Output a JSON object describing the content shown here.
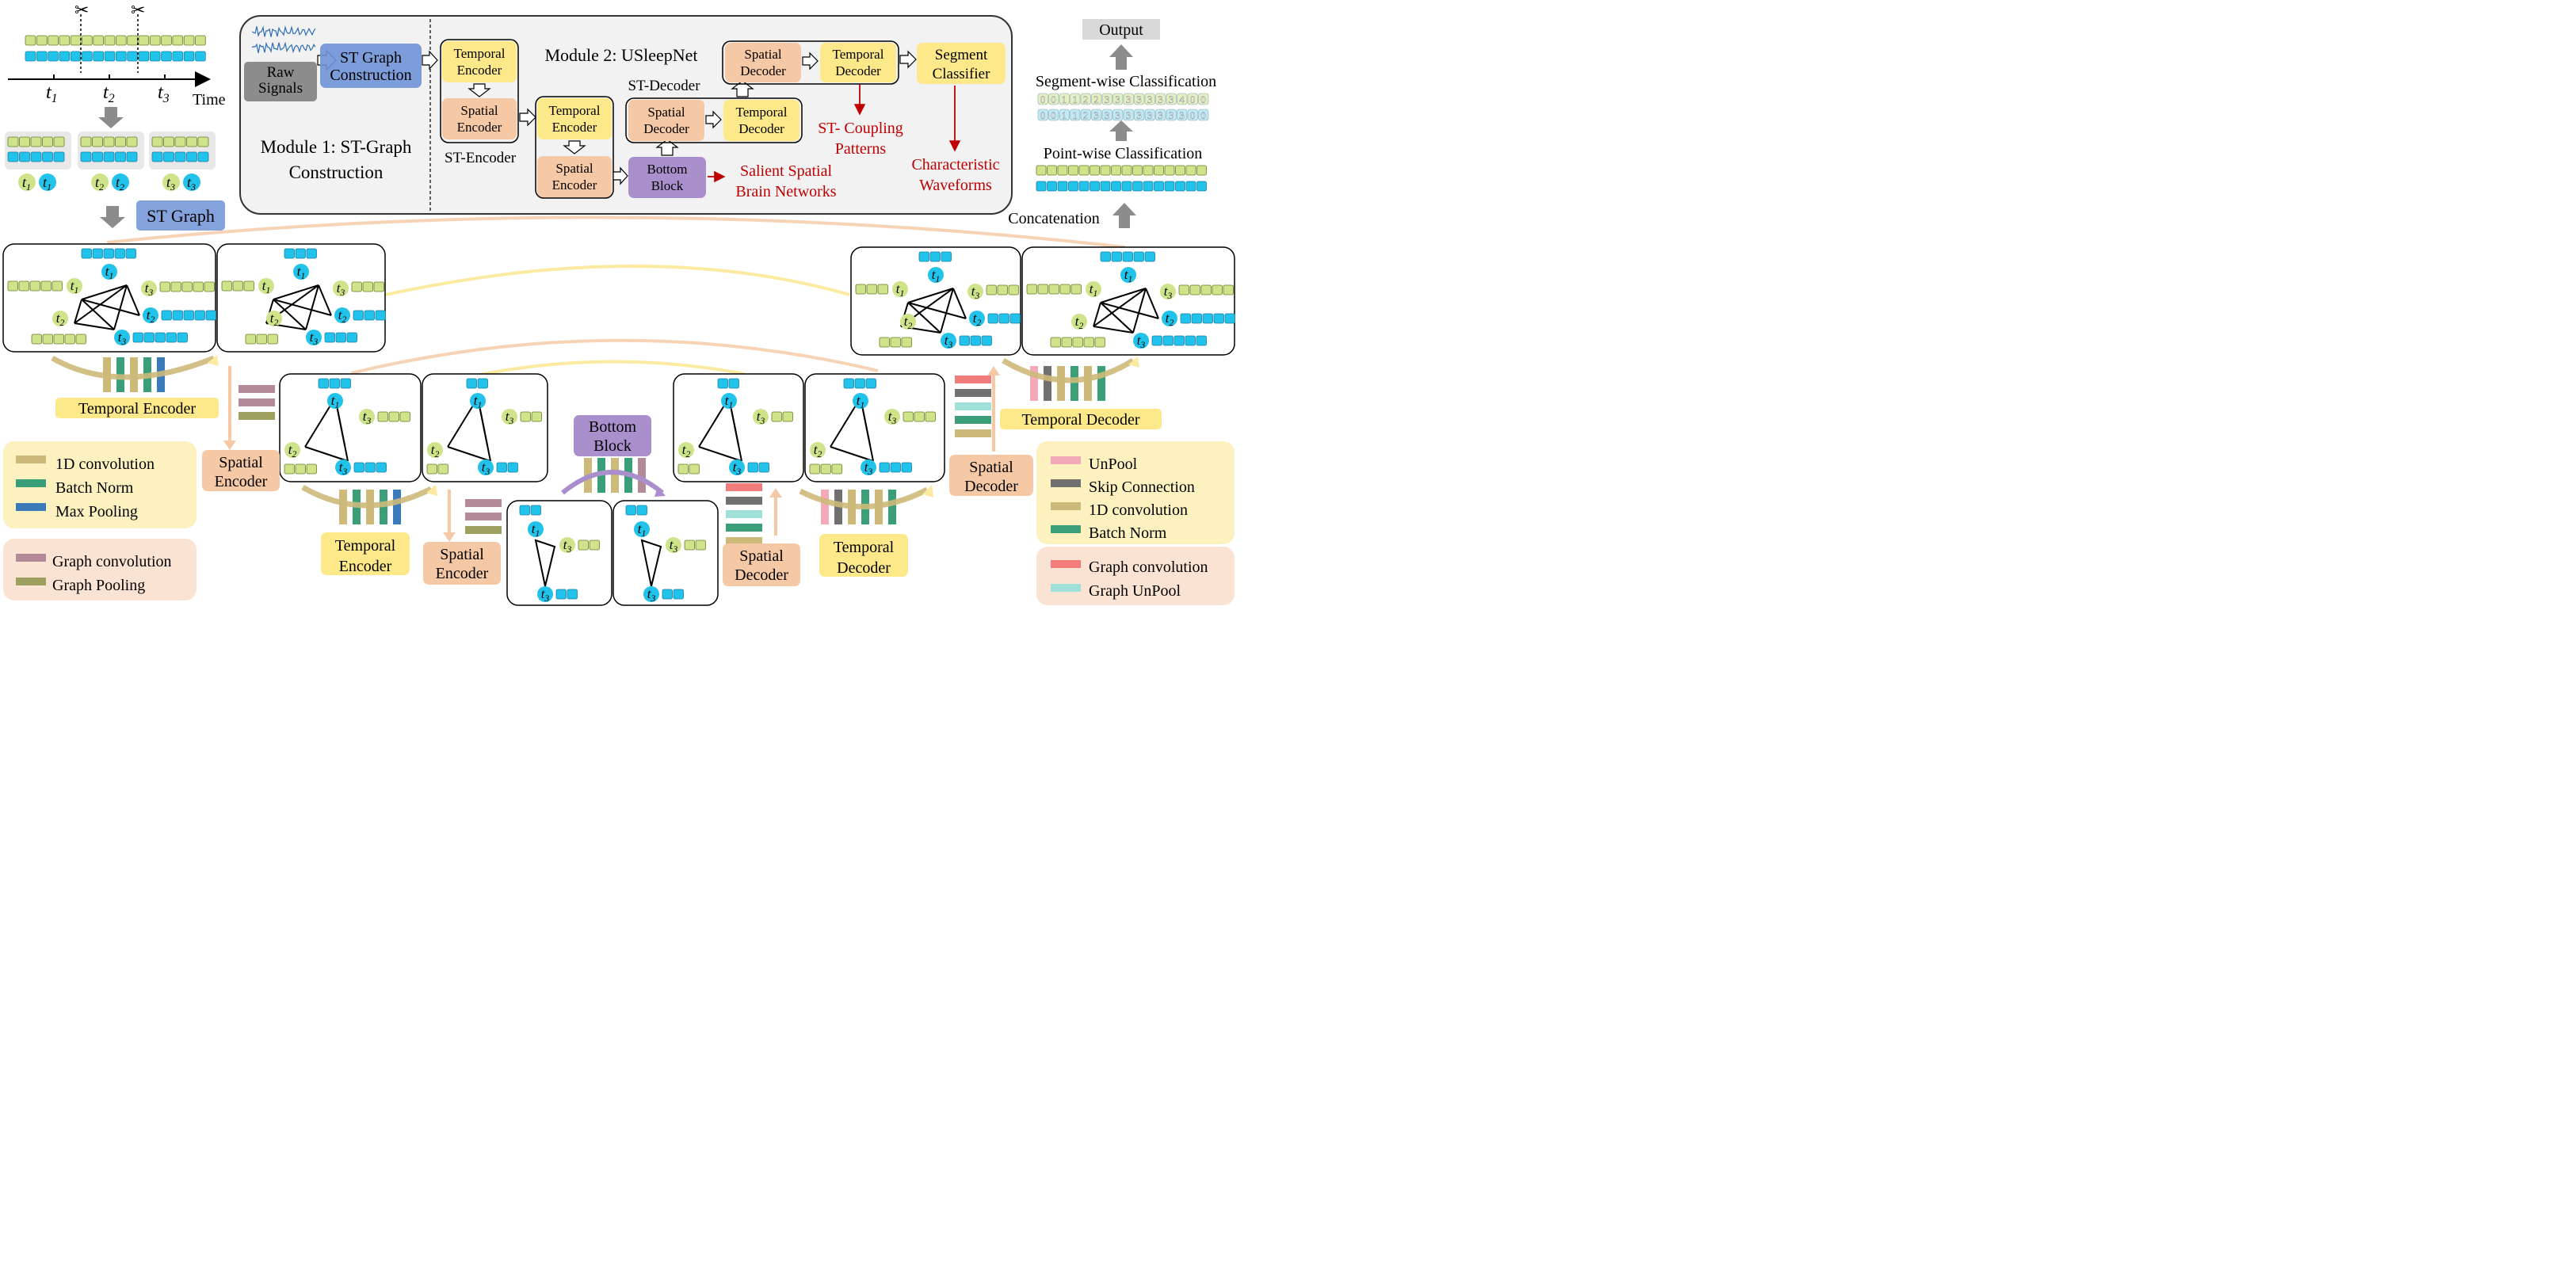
{
  "top_left": {
    "time_label": "Time",
    "t_labels": [
      "t",
      "t",
      "t"
    ],
    "t_subs": [
      "1",
      "2",
      "3"
    ],
    "scissors": "✂",
    "st_graph_label": "ST Graph"
  },
  "module_box": {
    "raw_signals": "Raw\nSignals",
    "st_graph_construction": "ST Graph\nConstruction",
    "module1_title": "Module 1: ST-Graph\nConstruction",
    "module2_title": "Module 2: USleepNet",
    "temporal_encoder": "Temporal\nEncoder",
    "spatial_encoder": "Spatial\nEncoder",
    "st_encoder": "ST-Encoder",
    "bottom_block": "Bottom\nBlock",
    "spatial_decoder": "Spatial\nDecoder",
    "temporal_decoder": "Temporal\nDecoder",
    "st_decoder": "ST-Decoder",
    "segment_classifier": "Segment\nClassifier",
    "salient": "Salient Spatial\nBrain Networks",
    "coupling": "ST- Coupling\nPatterns",
    "waveforms": "Characteristic\nWaveforms"
  },
  "right_top": {
    "output": "Output",
    "segment_wise": "Segment-wise Classification",
    "point_wise": "Point-wise Classification",
    "concatenation": "Concatenation",
    "seq1": "0011223333333400",
    "seq2": "0011233333333300"
  },
  "pipeline": {
    "temporal_encoder": "Temporal Encoder",
    "spatial_encoder": "Spatial\nEncoder",
    "temporal_encoder2": "Temporal\nEncoder",
    "bottom_block": "Bottom\nBlock",
    "spatial_decoder": "Spatial\nDecoder",
    "temporal_decoder": "Temporal\nDecoder",
    "temporal_decoder_top": "Temporal Decoder"
  },
  "legend_left": {
    "items": [
      "1D convolution",
      "Batch Norm",
      "Max Pooling"
    ],
    "graph_items": [
      "Graph convolution",
      "Graph Pooling"
    ]
  },
  "legend_right": {
    "items": [
      "UnPool",
      "Skip Connection",
      "1D convolution",
      "Batch Norm"
    ],
    "graph_items": [
      "Graph convolution",
      "Graph UnPool"
    ]
  },
  "colors": {
    "green_cell": "#cfe38a",
    "blue_cell": "#22c3ea",
    "temporal": "#fde98a",
    "spatial": "#f6c9a6",
    "bottom": "#a98fcc",
    "st_graph": "#6f93d6",
    "raw": "#8c8c8c",
    "conv1d": "#cdb97a",
    "batchnorm": "#3a9e78",
    "maxpool": "#3a7ab8",
    "graphconv": "#b58a98",
    "graphpool": "#9ea060",
    "unpool": "#f2aab8",
    "skip": "#707070",
    "graphconv_dec": "#f27b7b",
    "graphunpool": "#9fe0d8",
    "red_text": "#c00000"
  }
}
